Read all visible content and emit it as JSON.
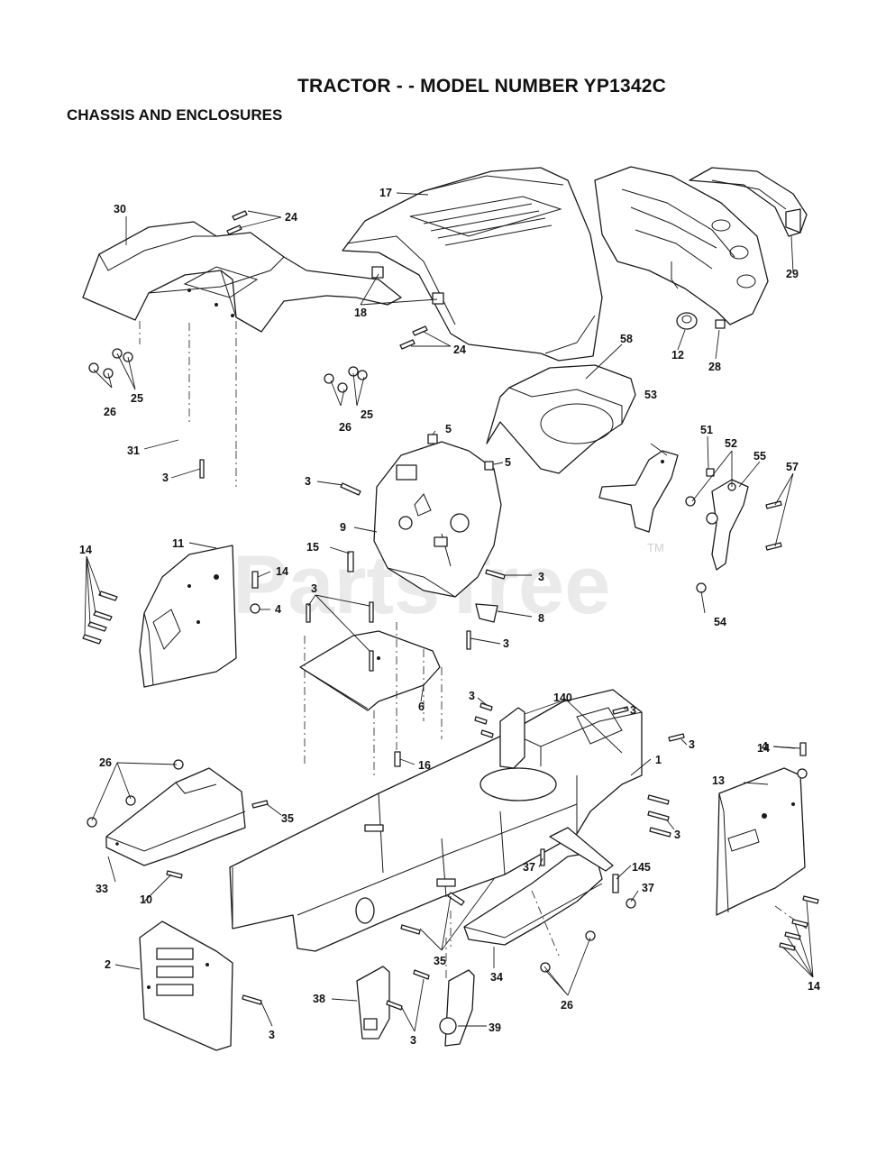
{
  "title": "TRACTOR - - MODEL NUMBER YP1342C",
  "subtitle": "CHASSIS AND ENCLOSURES",
  "watermark": {
    "text": "PartsTree",
    "trademark": "TM"
  },
  "callouts": [
    "24",
    "30",
    "17",
    "29",
    "18",
    "12",
    "28",
    "24",
    "58",
    "25",
    "26",
    "26",
    "25",
    "5",
    "5",
    "31",
    "3",
    "3",
    "53",
    "51",
    "52",
    "55",
    "57",
    "9",
    "54",
    "11",
    "14",
    "14",
    "15",
    "4",
    "3",
    "8",
    "3",
    "3",
    "6",
    "3",
    "140",
    "3",
    "3",
    "14",
    "4",
    "1",
    "16",
    "26",
    "35",
    "13",
    "3",
    "33",
    "10",
    "37",
    "145",
    "37",
    "2",
    "35",
    "34",
    "3",
    "38",
    "3",
    "39",
    "26",
    "14"
  ]
}
